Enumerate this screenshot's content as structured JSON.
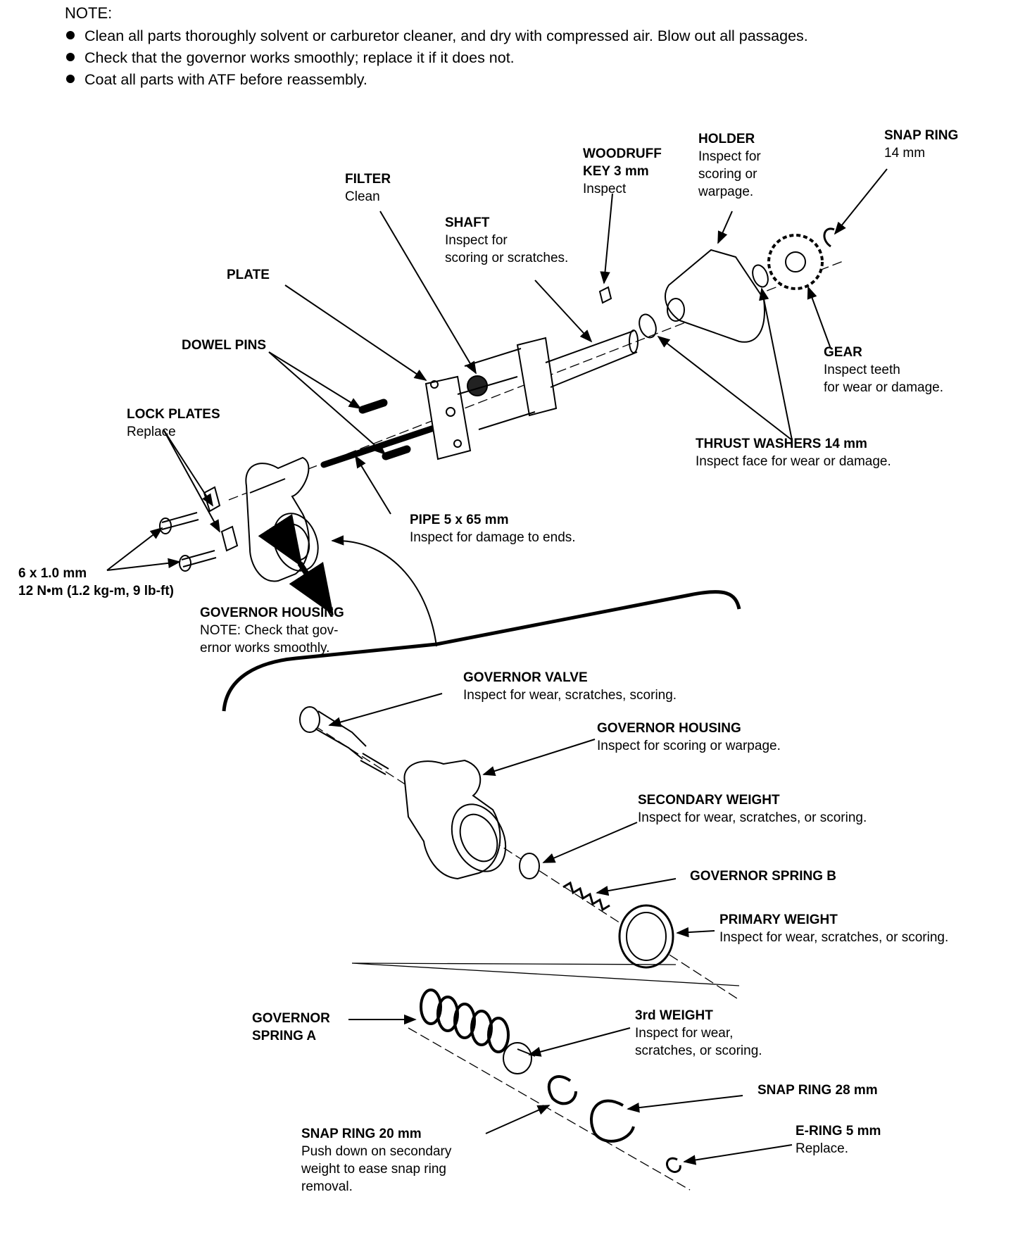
{
  "notes": {
    "heading": "NOTE:",
    "items": [
      "Clean all parts thoroughly solvent or carburetor cleaner, and dry with compressed air. Blow out all passages.",
      "Check that the  governor works smoothly; replace it if it does not.",
      "Coat all parts with ATF before reassembly."
    ]
  },
  "labels": {
    "snap_ring_14": {
      "title": "SNAP RING",
      "lines": [
        "14 mm"
      ]
    },
    "holder": {
      "title": "HOLDER",
      "lines": [
        "Inspect for",
        "scoring or",
        "warpage."
      ]
    },
    "woodruff": {
      "title": "WOODRUFF",
      "lines": [
        "KEY 3 mm",
        "Inspect"
      ]
    },
    "filter": {
      "title": "FILTER",
      "lines": [
        "Clean"
      ]
    },
    "shaft": {
      "title": "SHAFT",
      "lines": [
        "Inspect for",
        "scoring or scratches."
      ]
    },
    "plate": {
      "title": "PLATE",
      "lines": []
    },
    "dowel_pins": {
      "title": "DOWEL PINS",
      "lines": []
    },
    "gear": {
      "title": "GEAR",
      "lines": [
        "Inspect teeth",
        "for wear or damage."
      ]
    },
    "thrust_washers": {
      "title": "THRUST WASHERS 14 mm",
      "lines": [
        "Inspect face for wear or damage."
      ]
    },
    "lock_plates": {
      "title": "LOCK PLATES",
      "lines": [
        "Replace"
      ]
    },
    "pipe": {
      "title": "PIPE 5 x 65 mm",
      "lines": [
        "Inspect for damage to ends."
      ]
    },
    "bolt": {
      "title": "6 x 1.0 mm",
      "lines": [
        "12 N•m (1.2 kg-m, 9 lb-ft)"
      ]
    },
    "governor_housing_top": {
      "title": "GOVERNOR HOUSING",
      "lines": [
        "NOTE: Check that gov-",
        "ernor works smoothly."
      ]
    },
    "governor_valve": {
      "title": "GOVERNOR VALVE",
      "lines": [
        "Inspect for wear, scratches, scoring."
      ]
    },
    "governor_housing": {
      "title": "GOVERNOR HOUSING",
      "lines": [
        "Inspect for scoring or warpage."
      ]
    },
    "secondary_weight": {
      "title": "SECONDARY WEIGHT",
      "lines": [
        "Inspect for wear, scratches, or scoring."
      ]
    },
    "governor_spring_b": {
      "title": "GOVERNOR SPRING B",
      "lines": []
    },
    "primary_weight": {
      "title": "PRIMARY WEIGHT",
      "lines": [
        "Inspect for wear, scratches, or scoring."
      ]
    },
    "governor_spring_a": {
      "title": "GOVERNOR",
      "lines": [
        "SPRING A"
      ]
    },
    "third_weight": {
      "title": "3rd WEIGHT",
      "lines": [
        "Inspect for wear,",
        "scratches, or scoring."
      ]
    },
    "snap_ring_28": {
      "title": "SNAP RING 28 mm",
      "lines": []
    },
    "snap_ring_20": {
      "title": "SNAP RING 20 mm",
      "lines": [
        "Push down on secondary",
        "weight to ease snap ring",
        "removal."
      ]
    },
    "e_ring": {
      "title": "E-RING 5 mm",
      "lines": [
        "Replace."
      ]
    }
  }
}
